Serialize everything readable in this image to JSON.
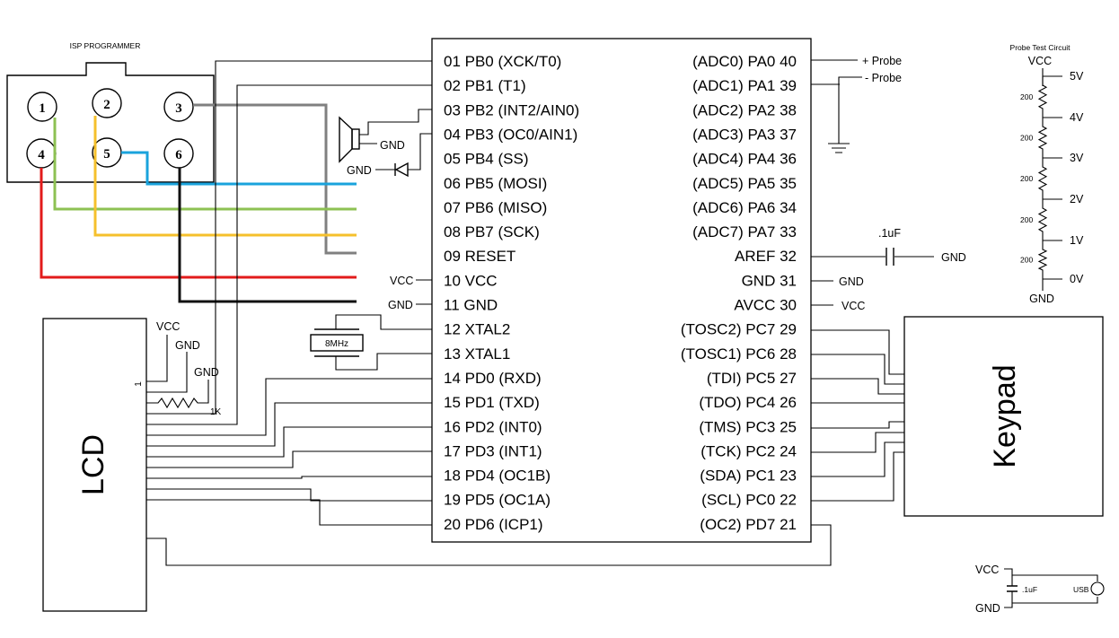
{
  "isp": {
    "title": "ISP PROGRAMMER",
    "pins": [
      "1",
      "2",
      "3",
      "4",
      "5",
      "6"
    ],
    "wire_colors": {
      "pin1": "#8dc153",
      "pin2": "#f5c02c",
      "pin3": "#808080",
      "pin4": "#e21b1b",
      "pin5": "#1aa3dc",
      "pin6": "#111111"
    }
  },
  "mcu": {
    "left_pins": [
      "01 PB0 (XCK/T0)",
      "02 PB1 (T1)",
      "03 PB2 (INT2/AIN0)",
      "04 PB3 (OC0/AIN1)",
      "05 PB4 (SS)",
      "06 PB5 (MOSI)",
      "07 PB6 (MISO)",
      "08 PB7 (SCK)",
      "09 RESET",
      "10 VCC",
      "11 GND",
      "12 XTAL2",
      "13 XTAL1",
      "14 PD0 (RXD)",
      "15 PD1 (TXD)",
      "16 PD2 (INT0)",
      "17 PD3 (INT1)",
      "18 PD4 (OC1B)",
      "19 PD5 (OC1A)",
      "20 PD6 (ICP1)"
    ],
    "right_pins": [
      "(ADC0) PA0 40",
      "(ADC1) PA1 39",
      "(ADC2) PA2 38",
      "(ADC3) PA3 37",
      "(ADC4) PA4 36",
      "(ADC5) PA5 35",
      "(ADC6) PA6 34",
      "(ADC7) PA7 33",
      "AREF 32",
      "GND 31",
      "AVCC 30",
      "(TOSC2) PC7 29",
      "(TOSC1) PC6 28",
      "(TDI) PC5 27",
      "(TDO) PC4 26",
      "(TMS) PC3 25",
      "(TCK) PC2 24",
      "(SDA) PC1 23",
      "(SCL) PC0 22",
      "(OC2) PD7 21"
    ]
  },
  "labels": {
    "speaker_gnd": "GND",
    "diode_gnd": "GND",
    "vcc_pin10": "VCC",
    "gnd_pin11": "GND",
    "crystal": "8MHz",
    "probe_plus": "+ Probe",
    "probe_minus": "- Probe",
    "aref_cap": ".1uF",
    "aref_gnd": "GND",
    "gnd31": "GND",
    "avcc": "VCC"
  },
  "probe_circuit": {
    "title": "Probe Test Circuit",
    "top": "VCC",
    "bottom": "GND",
    "resistors": [
      "200",
      "200",
      "200",
      "200",
      "200"
    ],
    "taps": [
      "5V",
      "4V",
      "3V",
      "2V",
      "1V",
      "0V"
    ]
  },
  "lcd": {
    "title": "LCD",
    "pin1": "1",
    "vcc": "VCC",
    "gnd1": "GND",
    "gnd2": "GND",
    "resistor": "1K"
  },
  "keypad": {
    "title": "Keypad"
  },
  "usb_power": {
    "vcc": "VCC",
    "gnd": "GND",
    "cap": ".1uF",
    "usb": "USB"
  }
}
